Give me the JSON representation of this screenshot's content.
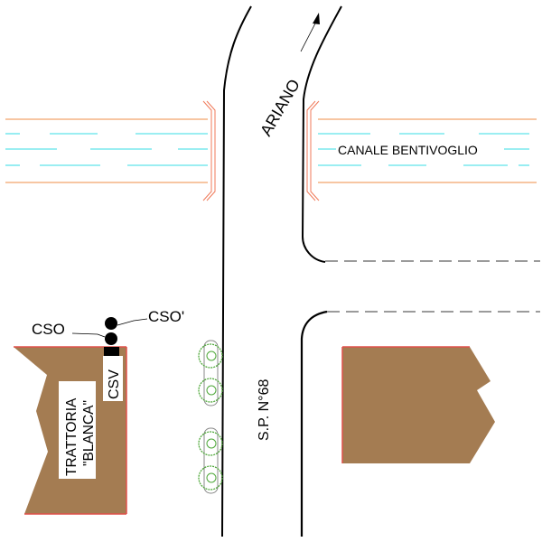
{
  "diagram": {
    "type": "site plan",
    "colors": {
      "road_edge": "#000000",
      "canal_bank": "#f2a56a",
      "canal_water": "#5fe3ea",
      "bridge_rail": "#f07a5a",
      "building_fill": "#a47c52",
      "building_edge": "#e0504a",
      "side_road_dash": "#7a7a7a",
      "tree": "#4fa83a"
    },
    "labels": {
      "canal": "CANALE BENTIVOGLIO",
      "direction": "ARIANO",
      "road": "S.P. N°68",
      "cso": "CSO",
      "cso_prime": "CSO'",
      "csv": "CSV",
      "trattoria_line1": "TRATTORIA",
      "trattoria_line2": "\"BLANCA\""
    }
  }
}
